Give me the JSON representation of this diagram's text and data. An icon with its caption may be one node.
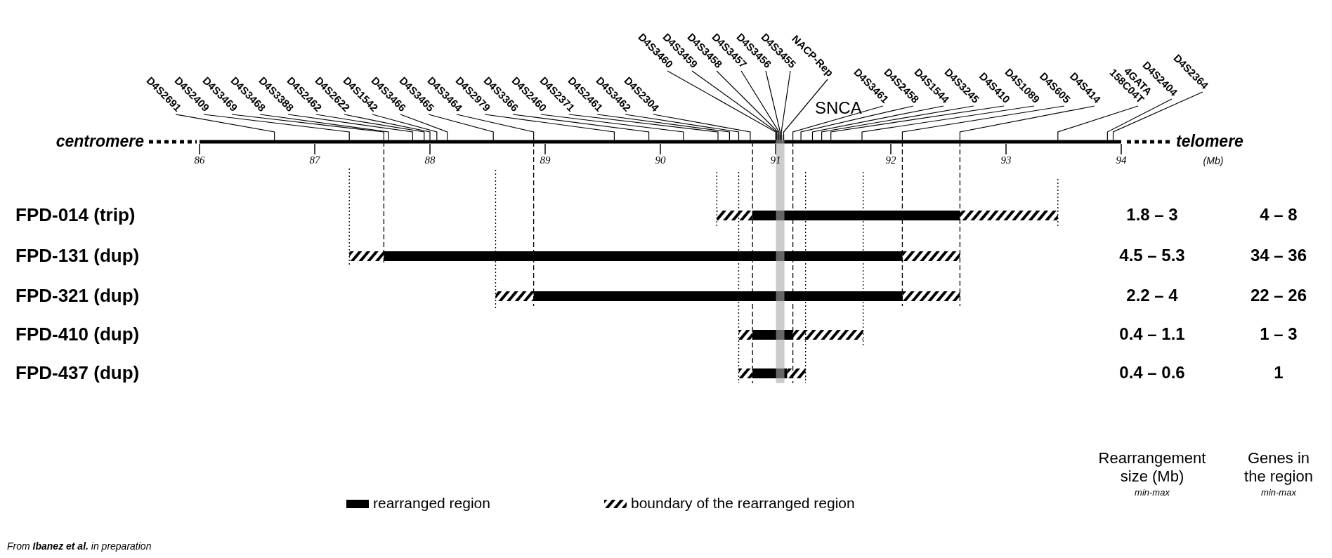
{
  "diagram": {
    "caption": "From **Ibanez et al.** in preparation",
    "nodes": [
      {
        "text": [
          "D4S2691"
        ]
      },
      {
        "text": [
          "D4S2409"
        ]
      },
      {
        "text": [
          "D4S3469"
        ]
      },
      {
        "text": [
          "D4S3468"
        ]
      },
      {
        "text": [
          "D4S3388"
        ]
      },
      {
        "text": [
          "D4S2462"
        ]
      },
      {
        "text": [
          "D4S2622"
        ]
      },
      {
        "text": [
          "D4S1542"
        ]
      },
      {
        "text": [
          "D4S3466"
        ]
      },
      {
        "text": [
          "D4S3465"
        ]
      },
      {
        "text": [
          "D4S3464"
        ]
      },
      {
        "text": [
          "D4S2979"
        ]
      },
      {
        "text": [
          "D4S3366"
        ]
      },
      {
        "text": [
          "D4S2460"
        ]
      },
      {
        "text": [
          "D4S2371"
        ]
      },
      {
        "text": [
          "D4S2461"
        ]
      },
      {
        "text": [
          "D4S3462"
        ]
      },
      {
        "text": [
          "D4S2304"
        ]
      },
      {
        "text": [
          "D4S3460"
        ]
      },
      {
        "text": [
          "D4S3459"
        ]
      },
      {
        "text": [
          "D4S3458"
        ]
      },
      {
        "text": [
          "D4S3457"
        ]
      },
      {
        "text": [
          "D4S3456"
        ]
      },
      {
        "text": [
          "D4S3455"
        ]
      },
      {
        "text": [
          "NACP-Rep"
        ]
      },
      {
        "text": [
          "D4S3461"
        ]
      },
      {
        "text": [
          "D4S2458"
        ]
      },
      {
        "text": [
          "D4S1544"
        ]
      },
      {
        "text": [
          "D4S3245"
        ]
      },
      {
        "text": [
          "D4S410"
        ]
      },
      {
        "text": [
          "D4S1089"
        ]
      },
      {
        "text": [
          "D4S605"
        ]
      },
      {
        "text": [
          "D4S414"
        ]
      },
      {
        "text": [
          "4GATA 158C04T"
        ]
      },
      {
        "text": [
          "D4S2404"
        ]
      },
      {
        "text": [
          "D4S2364"
        ]
      },
      {
        "text": [],
        "shape": "bar"
      }
    ],
    "edges": [
      {
        "from": 0,
        "to": 36,
        "arrow": "none"
      },
      {
        "from": 1,
        "to": 36,
        "arrow": "none"
      },
      {
        "from": 2,
        "to": 36,
        "arrow": "none"
      },
      {
        "from": 3,
        "to": 36,
        "arrow": "none"
      },
      {
        "from": 4,
        "to": 36,
        "arrow": "none"
      },
      {
        "from": 5,
        "to": 36,
        "arrow": "none"
      },
      {
        "from": 6,
        "to": 36,
        "arrow": "none"
      },
      {
        "from": 7,
        "to": 36,
        "arrow": "none"
      },
      {
        "from": 8,
        "to": 36,
        "arrow": "none"
      },
      {
        "from": 9,
        "to": 36,
        "arrow": "none"
      },
      {
        "from": 10,
        "to": 36,
        "arrow": "none"
      },
      {
        "from": 11,
        "to": 36,
        "arrow": "none"
      },
      {
        "from": 12,
        "to": 36,
        "arrow": "none"
      },
      {
        "from": 13,
        "to": 36,
        "arrow": "none"
      },
      {
        "from": 14,
        "to": 36,
        "arrow": "none"
      },
      {
        "from": 15,
        "to": 36,
        "arrow": "none"
      },
      {
        "from": 16,
        "to": 36,
        "arrow": "none"
      },
      {
        "from": 17,
        "to": 36,
        "arrow": "none"
      },
      {
        "from": 18,
        "to": 36,
        "arrow": "none"
      },
      {
        "from": 19,
        "to": 36,
        "arrow": "none"
      },
      {
        "from": 20,
        "to": 36,
        "arrow": "none"
      },
      {
        "from": 21,
        "to": 36,
        "arrow": "none"
      },
      {
        "from": 22,
        "to": 36,
        "arrow": "none"
      },
      {
        "from": 23,
        "to": 36,
        "arrow": "none"
      },
      {
        "from": 24,
        "to": 36,
        "arrow": "none"
      },
      {
        "from": 25,
        "to": 36,
        "arrow": "none"
      },
      {
        "from": 26,
        "to": 36,
        "arrow": "none"
      },
      {
        "from": 27,
        "to": 36,
        "arrow": "none"
      },
      {
        "from": 28,
        "to": 36,
        "arrow": "none"
      },
      {
        "from": 29,
        "to": 36,
        "arrow": "none"
      },
      {
        "from": 30,
        "to": 36,
        "arrow": "none"
      },
      {
        "from": 31,
        "to": 36,
        "arrow": "none"
      },
      {
        "from": 32,
        "to": 36,
        "arrow": "none"
      },
      {
        "from": 33,
        "to": 36,
        "arrow": "none"
      },
      {
        "from": 34,
        "to": 36,
        "arrow": "none"
      },
      {
        "from": 35,
        "to": 36,
        "arrow": "none"
      }
    ],
    "labels": [
      "SNCA",
      "centromere",
      "telomere",
      "86",
      "87",
      "88",
      "89",
      "90",
      "91",
      "92",
      "93",
      "94",
      "(Mb)",
      "FPD-014 (trip)",
      "1.8 – 3",
      "4 – 8",
      "FPD-131 (dup)",
      "4.5 – 5.3",
      "34 – 36",
      "FPD-321 (dup)",
      "2.2 – 4",
      "22 – 26",
      "FPD-410 (dup)",
      "0.4 – 1.1",
      "1 – 3",
      "FPD-437 (dup)",
      "0.4 – 0.6",
      "1",
      "Rearrangement size (Mb)",
      "min-max",
      "Genes in the region",
      "min-max"
    ],
    "legend": [
      {
        "text": "rearranged region",
        "color": "#000000"
      },
      {
        "text": "boundary of the rearranged region"
      }
    ]
  }
}
